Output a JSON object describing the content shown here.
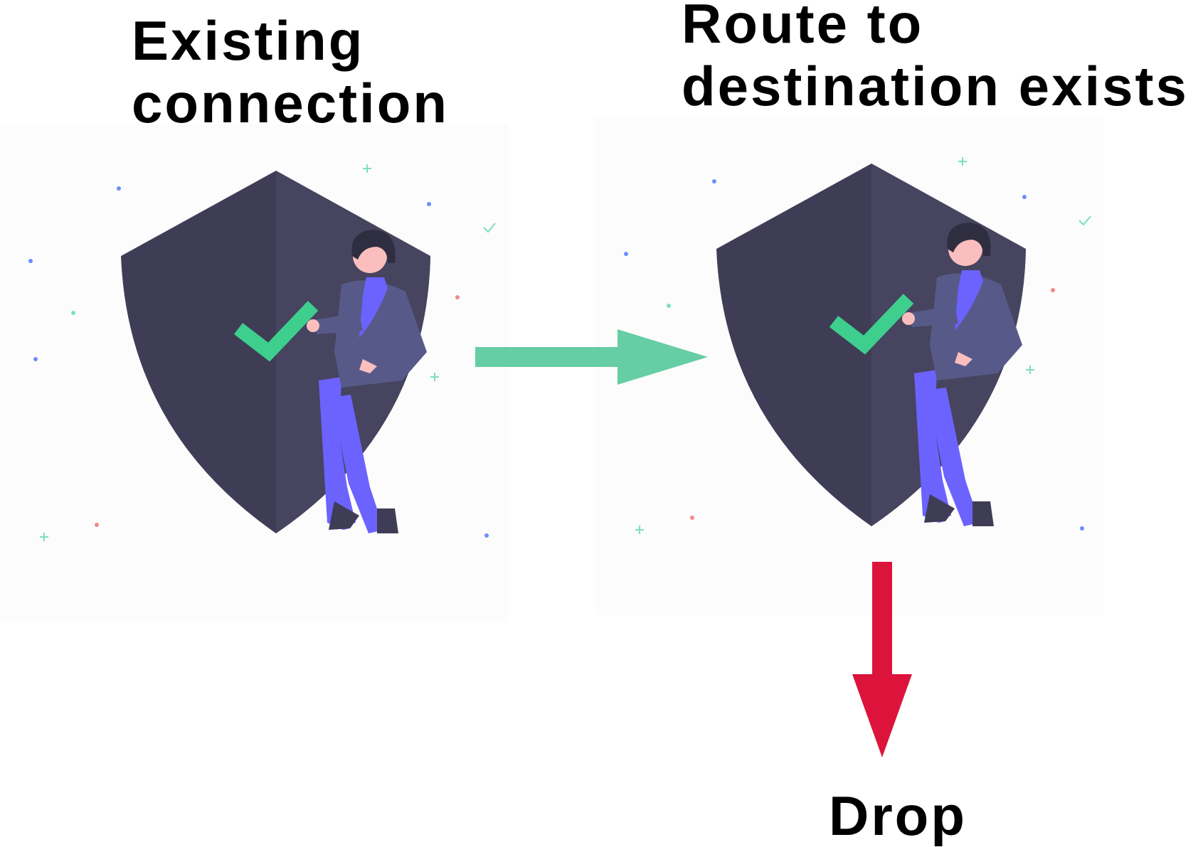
{
  "labels": {
    "existing_connection": [
      "Existing",
      "connection"
    ],
    "route_exists": [
      "Route to",
      "destination exists"
    ],
    "drop": "Drop"
  },
  "illustrations": [
    {
      "name": "security-person-shield",
      "icon": "shield-check-icon"
    },
    {
      "name": "security-person-shield",
      "icon": "shield-check-icon"
    }
  ],
  "arrows": [
    {
      "from": "existing_connection",
      "to": "route_exists",
      "color": "#66cda5"
    },
    {
      "from": "route_exists",
      "to": "drop",
      "color": "#dc143c"
    }
  ],
  "colors": {
    "shield_dark": "#3f3d56",
    "shield_light": "#4a4866",
    "check": "#3ecf8e",
    "jacket": "#575a89",
    "pants": "#6c63ff",
    "skin": "#fbbebe",
    "hair": "#2f2e41",
    "sparkle_blue": "#6c8cff",
    "sparkle_green": "#7ddfb5",
    "sparkle_red": "#f28b82"
  }
}
